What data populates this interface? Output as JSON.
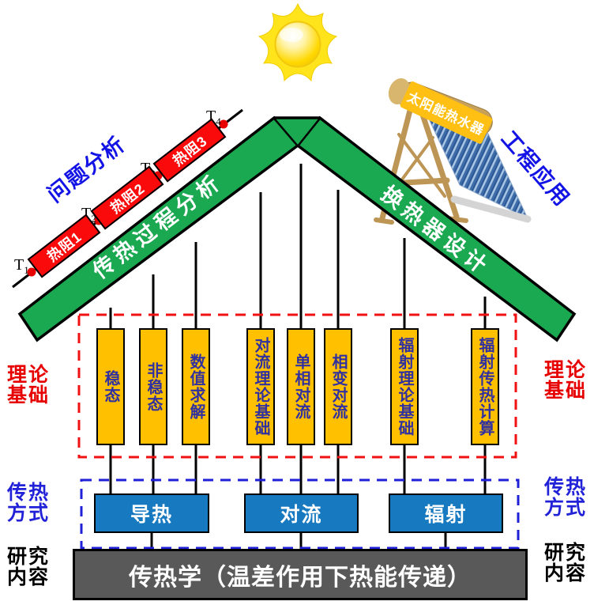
{
  "sun": {
    "icon": "sun-icon",
    "ray_color": "#FFE41C",
    "core_color": "#FFD800"
  },
  "problem_analysis": {
    "label": "问题分析",
    "color": "#1313E6"
  },
  "engineering_application": {
    "label": "工程应用",
    "color": "#1313E6"
  },
  "roof": {
    "left_label": "传热过程分析",
    "right_label": "换热器设计",
    "beam_color": "#1AA850",
    "text_color": "#FFFFFF"
  },
  "chain": {
    "temps": [
      {
        "base": "T",
        "sub": "1"
      },
      {
        "base": "T",
        "sub": "2"
      },
      {
        "base": "T",
        "sub": "3"
      },
      {
        "base": "T",
        "sub": "4"
      }
    ],
    "resistors": [
      "热阻1",
      "热阻2",
      "热阻3"
    ],
    "box_color": "#FA0A0A",
    "dot_color": "#E80000"
  },
  "solar_heater": {
    "label": "太阳能热水器",
    "label_bg": "#FFC013"
  },
  "theory": {
    "side_label_lines": [
      "理论",
      "基础"
    ],
    "color": "#E60000",
    "frame_style": "red-dashed",
    "bars": [
      "稳态",
      "非稳态",
      "数值求解",
      "对流理论基础",
      "单相对流",
      "相变对流",
      "辐射理论基础",
      "辐射传热计算"
    ],
    "bar_fill": "#FFC000",
    "bar_text_color": "#3030A0"
  },
  "modes": {
    "side_label_lines": [
      "传热",
      "方式"
    ],
    "color": "#2121D8",
    "frame_style": "blue-dashed",
    "boxes": [
      "导热",
      "对流",
      "辐射"
    ],
    "box_fill": "#1779C0"
  },
  "research": {
    "side_label_lines": [
      "研究",
      "内容"
    ],
    "color": "#000000",
    "title": "传热学（温差作用下热能传递）",
    "box_fill": "#595959"
  }
}
